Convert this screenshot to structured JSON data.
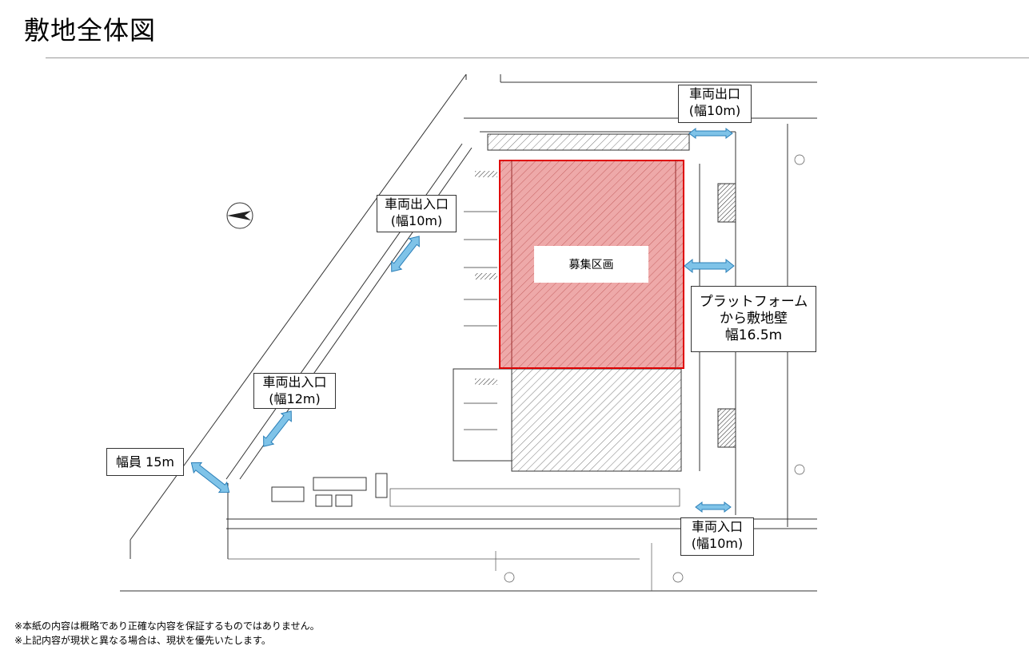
{
  "title": "敷地全体図",
  "recruit_area_label": "募集区画",
  "callouts": {
    "exit_top": {
      "line1": "車両出口",
      "line2": "(幅10m)"
    },
    "entry_exit_upper": {
      "line1": "車両出入口",
      "line2": "(幅10m)"
    },
    "entry_exit_lower": {
      "line1": "車両出入口",
      "line2": "(幅12m)"
    },
    "road_width": {
      "line1": "幅員 15m"
    },
    "platform": {
      "line1": "プラットフォーム",
      "line2": "から敷地壁",
      "line3": "幅16.5m"
    },
    "entry_bottom": {
      "line1": "車両入口",
      "line2": "(幅10m)"
    }
  },
  "notes": [
    "※本紙の内容は概略であり正確な内容を保証するものではありません。",
    "※上記内容が現状と異なる場合は、現状を優先いたします。"
  ],
  "colors": {
    "recruit_fill": "#e88c8c",
    "recruit_border": "#e00000",
    "arrow_fill": "#7fc3e8",
    "arrow_stroke": "#2a7fb8"
  }
}
